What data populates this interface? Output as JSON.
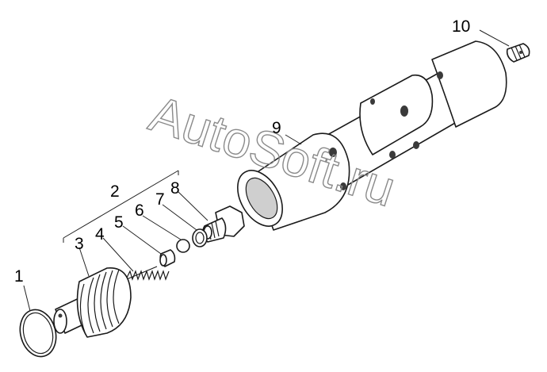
{
  "callouts": {
    "c1": "1",
    "c2": "2",
    "c3": "3",
    "c4": "4",
    "c5": "5",
    "c6": "6",
    "c7": "7",
    "c8": "8",
    "c9": "9",
    "c10": "10"
  },
  "watermark": "AutoSoft.ru"
}
